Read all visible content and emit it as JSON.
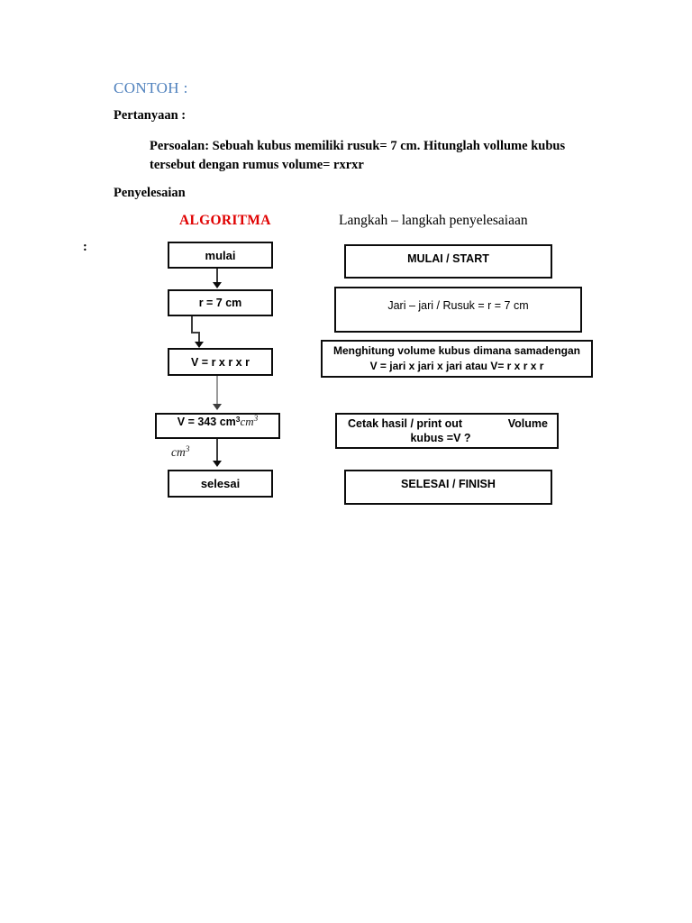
{
  "document": {
    "heading": "CONTOH :",
    "heading_color": "#4F81BD",
    "label_question": "Pertanyaan :",
    "problem_text": "Persoalan: Sebuah kubus memiliki rusuk= 7 cm. Hitunglah vollume kubus tersebut dengan rumus volume= rxrxr",
    "label_solution": "Penyelesaian",
    "stray_colon": ":"
  },
  "columns": {
    "left": {
      "header": "ALGORITMA",
      "header_color": "#E00000"
    },
    "right": {
      "header": "Langkah – langkah penyelesaiaan",
      "header_color": "#000000"
    }
  },
  "flowchart_left": {
    "nodes": [
      {
        "id": "mulai",
        "label": "mulai"
      },
      {
        "id": "r",
        "label": "r = 7 cm"
      },
      {
        "id": "v-formula",
        "label": "V = r x r x r"
      },
      {
        "id": "v-result",
        "label": "V = 343 cm",
        "superscript": "3",
        "stray_unit": "cm",
        "stray_unit_sup": "3"
      },
      {
        "id": "selesai",
        "label": "selesai"
      }
    ],
    "stray_unit_below_box": {
      "text": "cm",
      "superscript": "3"
    }
  },
  "flowchart_right": {
    "nodes": [
      {
        "id": "start",
        "label": "MULAI / START"
      },
      {
        "id": "jari",
        "label": "Jari – jari / Rusuk = r = 7 cm"
      },
      {
        "id": "hitung",
        "line1": "Menghitung volume kubus dimana  samadengan",
        "line2": "V = jari  x jari x jari atau V= r x r x r"
      },
      {
        "id": "cetak",
        "line1_left": "Cetak hasil / print out",
        "line1_right": "Volume",
        "line2": "kubus =V  ?"
      },
      {
        "id": "finish",
        "label": "SELESAI / FINISH"
      }
    ]
  },
  "colors": {
    "box_border": "#0c0c0c",
    "connector": "#3b3b3b",
    "connector_grey": "#9a9a9a",
    "page_background": "#ffffff"
  }
}
